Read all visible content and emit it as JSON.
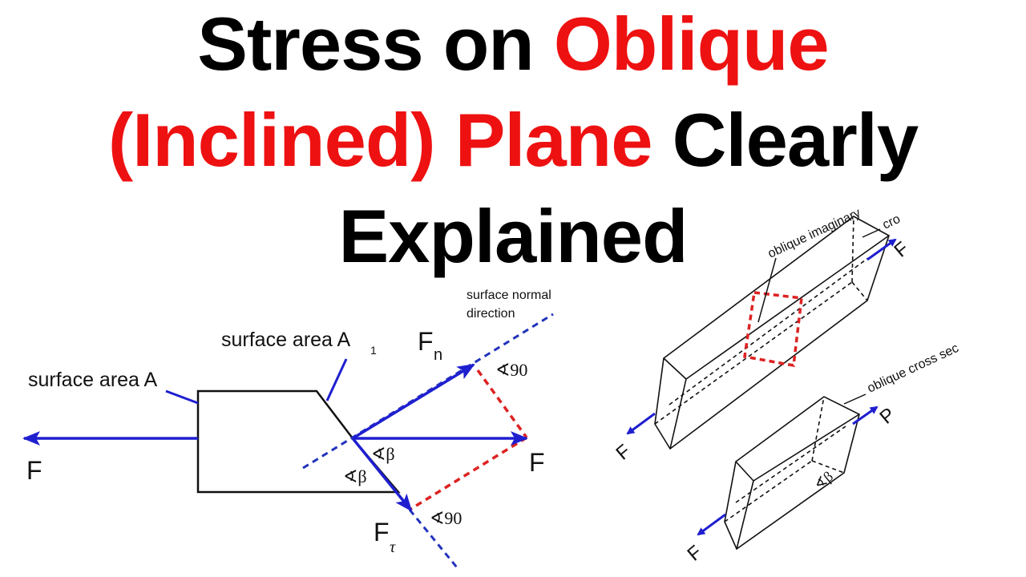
{
  "title": {
    "line1_a": "Stress on ",
    "line1_b": "Oblique",
    "line2_a": "(Inclined) Plane",
    "line2_b": " Clearly",
    "line3": "Explained"
  },
  "colors": {
    "title_black": "#000000",
    "title_red": "#ee1111",
    "force_arrow": "#1f1fd0",
    "dashed_red": "#dd2222",
    "dashed_blue": "#2233bb"
  },
  "left_diagram": {
    "label_surface_area": "surface area  A",
    "label_surface_area1": "surface area A",
    "label_surface_area1_sub": "1",
    "label_normal_line1": "surface normal",
    "label_normal_line2": "direction",
    "force_left": "F",
    "force_right": "F",
    "fn_main": "F",
    "fn_sub": "n",
    "ft_main": "F",
    "ft_sub": "τ",
    "angle_90_top": "∢90",
    "angle_90_bottom": "∢90",
    "angle_beta_1": "∢β",
    "angle_beta_2": "∢β"
  },
  "right_diagram": {
    "label_oblique_imaginary": "oblique imaginary",
    "label_cro": "cro",
    "label_oblique_cross_sec": "oblique cross sec",
    "force_top_right": "F",
    "force_top_left": "F",
    "force_bottom_right": "P",
    "force_bottom_left": "F",
    "angle_beta": "∢β"
  }
}
